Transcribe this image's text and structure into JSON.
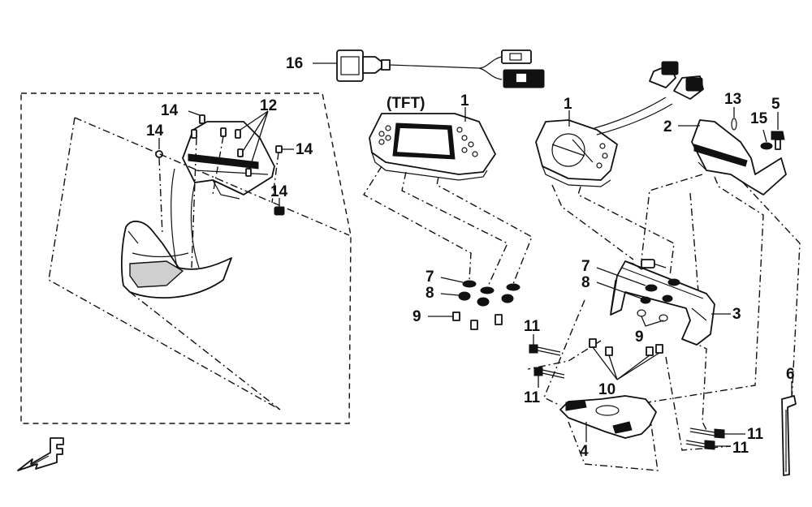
{
  "diagram": {
    "tft_label": "(TFT)",
    "callouts": {
      "c16": "16",
      "c1a": "1",
      "c1b": "1",
      "c2": "2",
      "c13": "13",
      "c5": "5",
      "c15": "15",
      "c14a": "14",
      "c14b": "14",
      "c14c": "14",
      "c14d": "14",
      "c12": "12",
      "c7a": "7",
      "c8a": "8",
      "c9a": "9",
      "c7b": "7",
      "c8b": "8",
      "c9b": "9",
      "c3": "3",
      "c10": "10",
      "c11a": "11",
      "c11b": "11",
      "c11c": "11",
      "c11d": "11",
      "c4": "4",
      "c6": "6"
    },
    "colors": {
      "line": "#111111",
      "background": "#ffffff"
    },
    "icons": [
      "front-arrow-icon"
    ]
  }
}
